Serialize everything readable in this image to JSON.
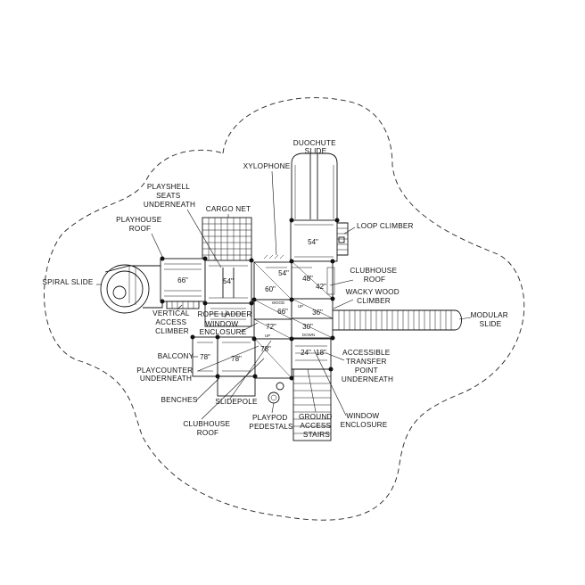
{
  "diagram": {
    "labels": {
      "duochute_slide": [
        "DUOCHUTE",
        "SLIDE"
      ],
      "xylophone": [
        "XYLOPHONE"
      ],
      "playshell_seats": [
        "PLAYSHELL",
        "SEATS",
        "UNDERNEATH"
      ],
      "cargo_net": [
        "CARGO NET"
      ],
      "playhouse_roof": [
        "PLAYHOUSE",
        "ROOF"
      ],
      "loop_climber": [
        "LOOP CLIMBER"
      ],
      "spiral_slide": [
        "SPIRAL SLIDE"
      ],
      "clubhouse_roof_right": [
        "CLUBHOUSE",
        "ROOF"
      ],
      "wacky_wood_climber": [
        "WACKY WOOD",
        "CLIMBER"
      ],
      "modular_slide": [
        "MODULAR",
        "SLIDE"
      ],
      "vertical_access_climber": [
        "VERTICAL",
        "ACCESS",
        "CLIMBER"
      ],
      "rope_ladder": [
        "ROPE LADDER"
      ],
      "window_enclosure_top": [
        "WINDOW",
        "ENCLOSURE"
      ],
      "balcony": [
        "BALCONY"
      ],
      "playcounter": [
        "PLAYCOUNTER",
        "UNDERNEATH"
      ],
      "accessible_transfer": [
        "ACCESSIBLE",
        "TRANSFER",
        "POINT",
        "UNDERNEATH"
      ],
      "benches": [
        "BENCHES"
      ],
      "slidepole": [
        "SLIDEPOLE"
      ],
      "clubhouse_roof_bottom": [
        "CLUBHOUSE",
        "ROOF"
      ],
      "playpod_pedestals": [
        "PLAYPOD",
        "PEDESTALS"
      ],
      "ground_access_stairs": [
        "GROUND",
        "ACCESS",
        "STAIRS"
      ],
      "window_enclosure_bottom": [
        "WINDOW",
        "ENCLOSURE"
      ]
    },
    "dimensions": {
      "d54_top": "54\"",
      "d66_left": "66\"",
      "d54_mid": "54\"",
      "d54_center": "54\"",
      "d48": "48\"",
      "d60": "60\"",
      "d42": "42\"",
      "d66_center": "66\"",
      "d36": "36\"",
      "d72": "72\"",
      "d30": "30\"",
      "d78_balcony": "78\"",
      "d78_clubhouse": "78\"",
      "d78_small": "78\"",
      "d24": "24\"",
      "d18": "18\""
    },
    "tiny_text": {
      "up1": "UP",
      "up2": "UP",
      "down": "DOWN",
      "wood": "WOOD"
    }
  }
}
